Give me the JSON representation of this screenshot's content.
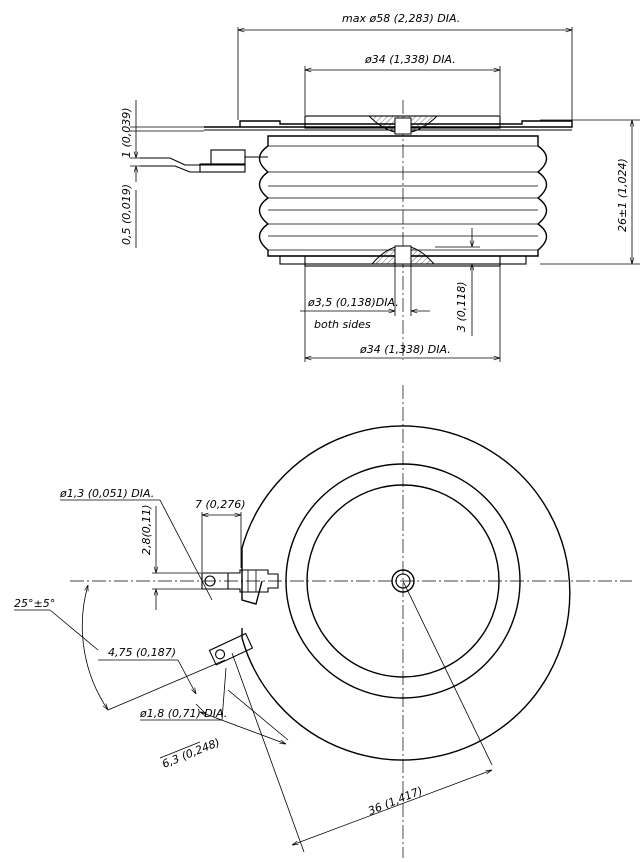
{
  "side_view": {
    "max_diameter": "max ø58  (2,283) DIA.",
    "top_pole_diameter": "ø34 (1,338) DIA.",
    "bottom_pole_diameter": "ø34 (1,338) DIA.",
    "gate_hole": "ø3,5 (0,138)DIA.",
    "gate_hole_note": "both sides",
    "hole_depth": "3 (0,118)",
    "height": "26±1 (1,024)",
    "flange_thickness": "0,5 (0,019)",
    "lead_thickness": "1 (0,039)"
  },
  "top_view": {
    "lead_hole": "ø1,3 (0,051) DIA.",
    "lead_length": "7 (0,276)",
    "lead_width": "2,8(0,11)",
    "angle": "25°±5°",
    "cathode_lead_width": "4,75 (0,187)",
    "cathode_hole": "ø1,8 (0,71) DIA.",
    "cathode_lead_length": "6,3 (0,248)",
    "radius": "36 (1,417)"
  }
}
